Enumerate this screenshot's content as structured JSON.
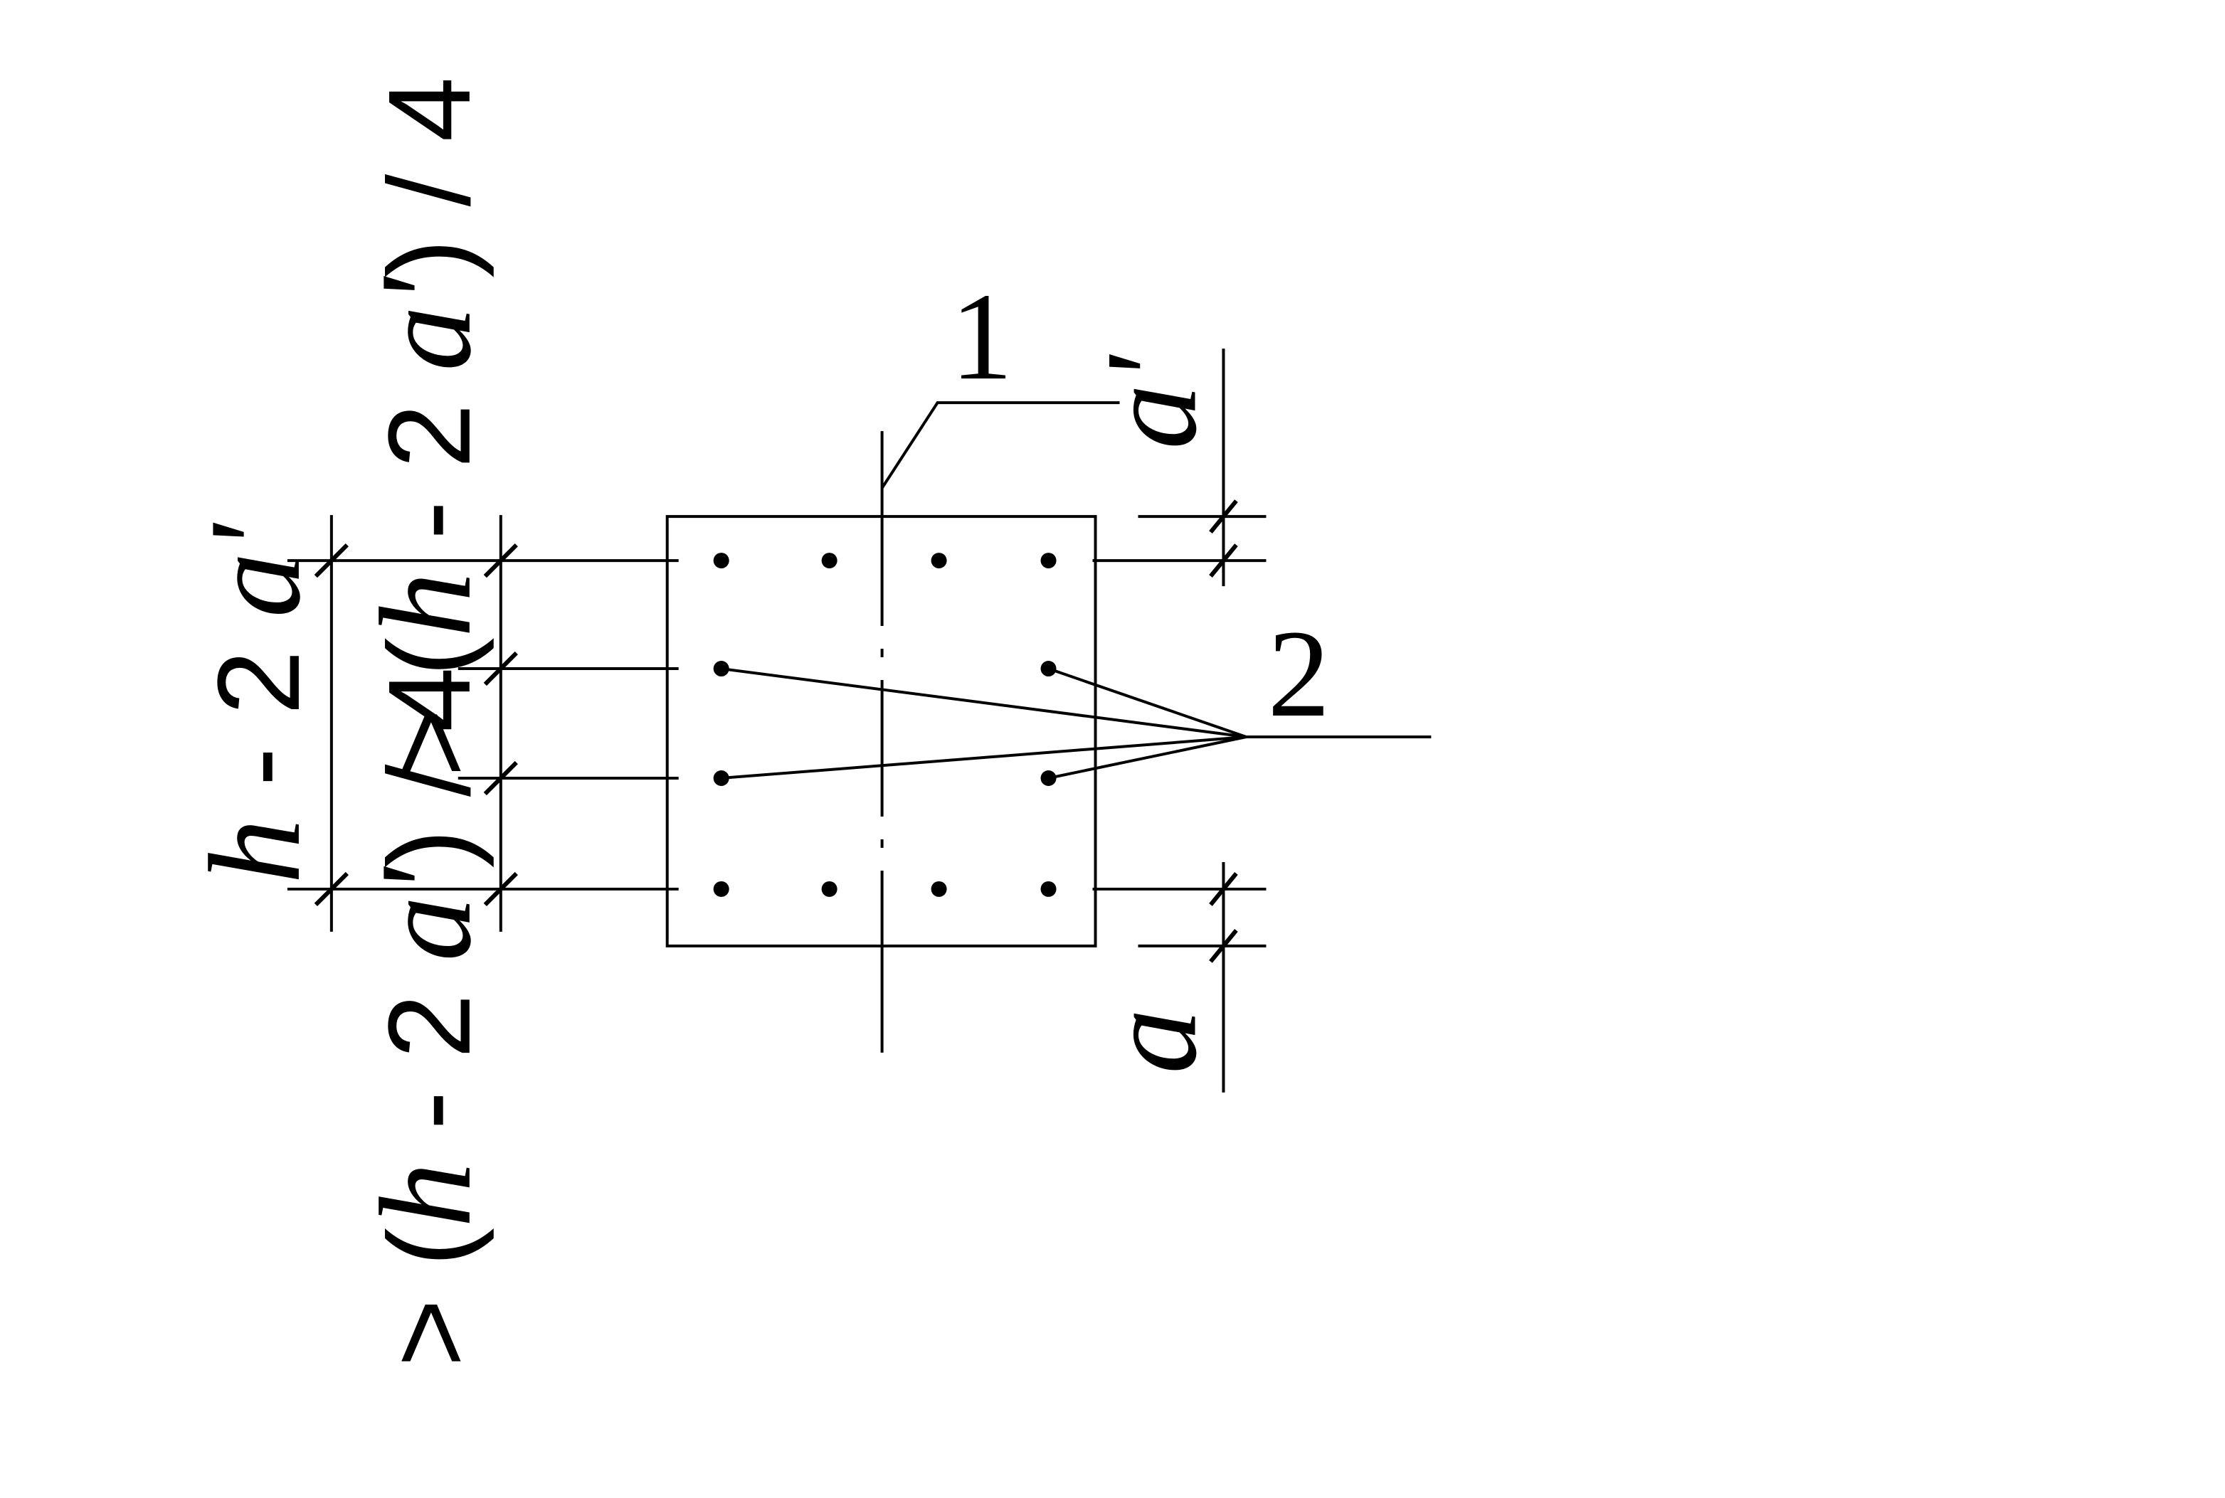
{
  "labels": {
    "item_1": "1",
    "item_2": "2"
  },
  "dimensions": {
    "top_cover": "a'",
    "bottom_cover": "a",
    "overall_span": {
      "h": "h",
      "minus": " - 2 ",
      "a": "a'"
    },
    "upper_spacing": {
      "gt": "> (",
      "h": "h",
      "minus": " - 2 ",
      "a": "a'",
      "tail": ") / 4"
    },
    "lower_spacing": {
      "gt": "> (",
      "h": "h",
      "minus": " - 2 ",
      "a": "a'",
      "tail": ") / 4"
    }
  },
  "rebar": {
    "top_row_count": 4,
    "bottom_row_count": 4,
    "side_bars_per_side": 2
  }
}
